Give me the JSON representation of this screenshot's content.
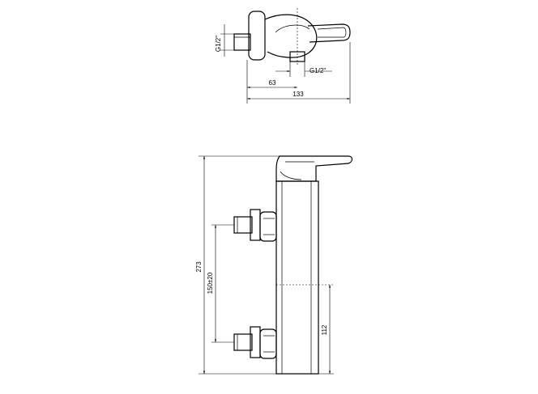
{
  "top_view": {
    "thread_left": "G1/2\"",
    "thread_right": "G1/2\"",
    "dim_63": "63",
    "dim_133": "133"
  },
  "front_view": {
    "dim_273": "273",
    "dim_150": "150±20",
    "dim_112": "112"
  }
}
